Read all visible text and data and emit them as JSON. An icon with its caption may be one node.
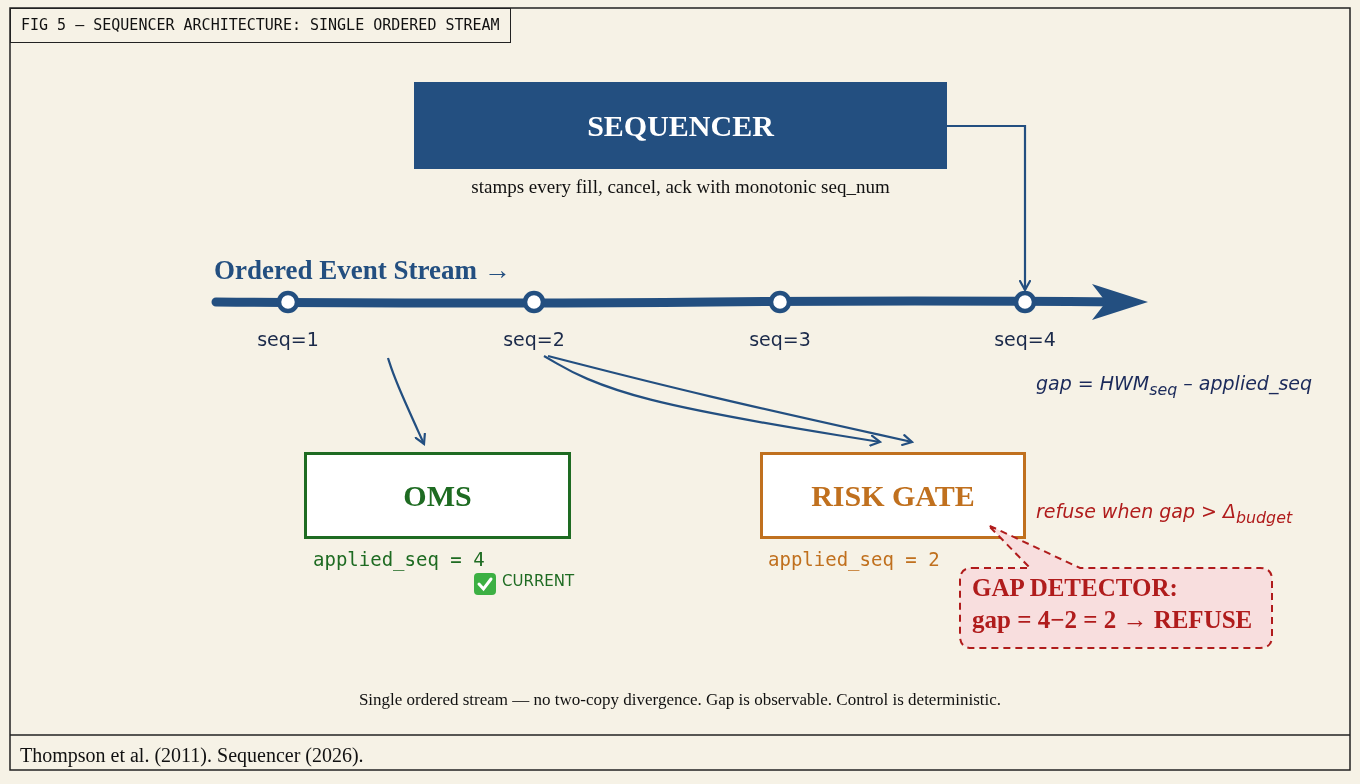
{
  "diagram": {
    "title": "FIG 5 — SEQUENCER ARCHITECTURE: SINGLE ORDERED STREAM",
    "caption": "Single ordered stream — no two-copy divergence. Gap is observable. Control is deterministic.",
    "nodes": [
      {
        "text": [
          "SEQUENCER"
        ],
        "beside": [
          "stamps every fill, cancel, ack with monotonic seq_num"
        ]
      },
      {
        "text": [],
        "shape": "bar"
      },
      {
        "text": [],
        "shape": "circle",
        "beside": [
          "seq=1"
        ],
        "in": 1
      },
      {
        "text": [],
        "shape": "circle",
        "beside": [
          "seq=2"
        ],
        "in": 1
      },
      {
        "text": [],
        "shape": "circle",
        "beside": [
          "seq=3"
        ],
        "in": 1
      },
      {
        "text": [],
        "shape": "circle",
        "beside": [
          "seq=4"
        ],
        "in": 1
      },
      {
        "text": [
          "OMS"
        ],
        "beside": [
          "applied_seq = 4",
          "CURRENT"
        ]
      },
      {
        "text": [
          "RISK GATE"
        ],
        "beside": [
          "applied_seq = 2",
          "refuse when gap > Δ$_{budget}$"
        ]
      },
      {
        "text": [
          "GAP DETECTOR:",
          "gap = 4−2 = 2 → REFUSE"
        ]
      }
    ],
    "edges": [
      {
        "from": 0,
        "to": 5,
        "arrow": "to"
      },
      {
        "from": 1,
        "to": 6,
        "arrow": "to"
      },
      {
        "from": 3,
        "to": 7,
        "arrow": "to"
      },
      {
        "from": 3,
        "to": 7,
        "arrow": "to"
      }
    ],
    "labels": [
      "Ordered Event Stream →",
      "gap = HWM$_{seq}$ – applied_seq",
      "Thompson et al. (2011). Sequencer (2026)."
    ]
  }
}
